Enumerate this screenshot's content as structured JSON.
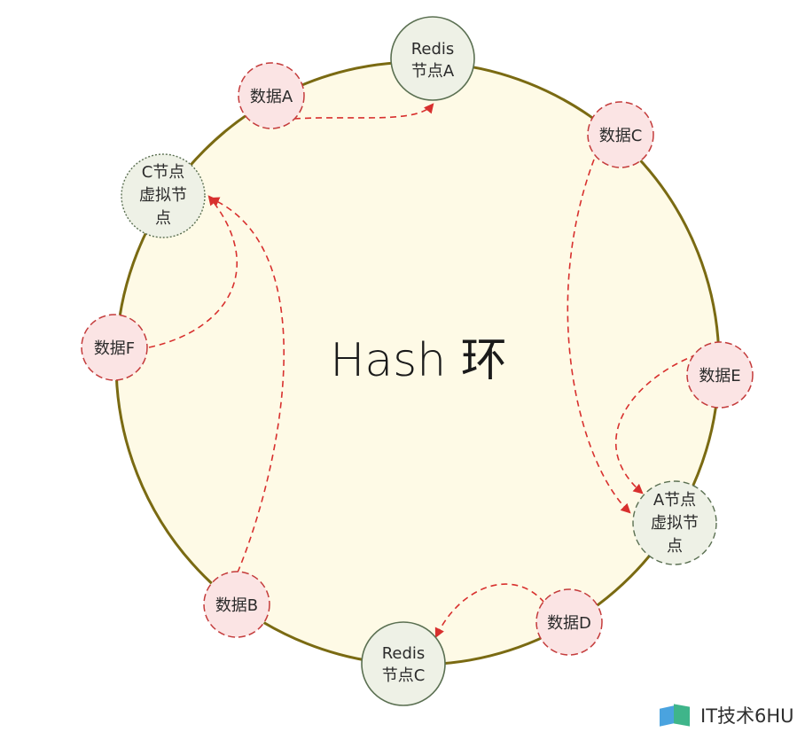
{
  "title": "Hash 环",
  "ring": {
    "fill": "#fefae6",
    "stroke": "#7a6a12"
  },
  "colors": {
    "server_fill": "#eef1e6",
    "server_stroke": "#5b7052",
    "data_fill": "#fbe4e4",
    "data_stroke": "#c43b3b",
    "arrow": "#d8302e"
  },
  "nodes": {
    "redis_a": [
      "Redis",
      "节点A"
    ],
    "redis_c": [
      "Redis",
      "节点C"
    ],
    "virtual_c": [
      "C节点",
      "虚拟节",
      "点"
    ],
    "virtual_a": [
      "A节点",
      "虚拟节",
      "点"
    ],
    "data_a": "数据A",
    "data_b": "数据B",
    "data_c": "数据C",
    "data_d": "数据D",
    "data_e": "数据E",
    "data_f": "数据F"
  },
  "watermark": {
    "text": "IT技术6HU",
    "icon": "book-logo-icon"
  }
}
